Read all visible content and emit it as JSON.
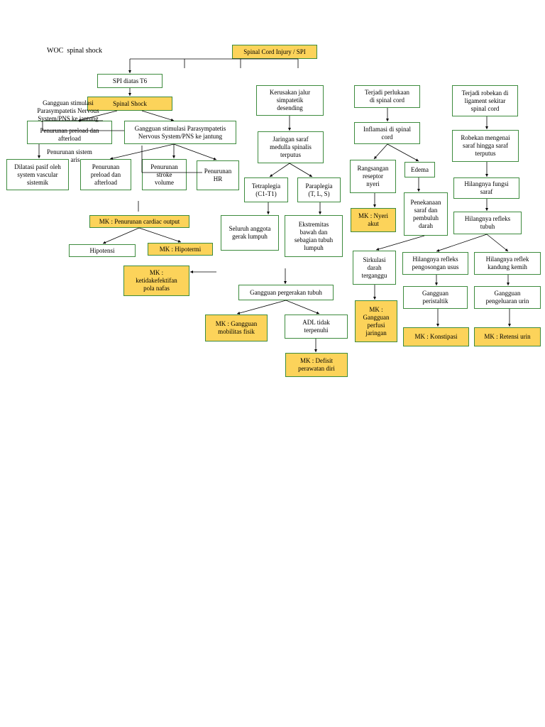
{
  "diagram": {
    "title": "WOC  spinal shock",
    "nodes": {
      "sci": "Spinal Cord Injury / SPI",
      "spi_t6": "SPI diatas T6",
      "spinal_shock": "Spinal Shock",
      "pns_overlay": "Gangguan stimulasi\nParasympatetis Nervous\nSystem/PNS ke jantung",
      "preload_left": "Penurunan preload dan\nafterload",
      "penurunan_sistem": "Penurunan sistem",
      "aris_fragment": "aris",
      "pns_box": "Gangguan stimulasi Parasympatetis\nNervous System/PNS ke jantung",
      "dilatasi": "Dilatasi pasif oleh\nsystem vascular\nsistemik",
      "preload_mid": "Penurunan\npreload dan\nafterload",
      "stroke_volume": "Penurunan\nstroke\nvolume",
      "hr": "Penurunan\nHR",
      "mk_cardiac": "MK : Penurunan cardiac output",
      "hipotensi": "Hipotensi",
      "mk_hipotermi": "MK : Hipotermi",
      "mk_pola_nafas": "MK :\nketidakefektifan\npola nafas",
      "kerusakan": "Kerusakan jalur\nsimpatetik\ndesending",
      "jaringan": "Jaringan saraf\nmedulla spinalis\nterputus",
      "tetraplegia": "Tetraplegia\n(C1-T1)",
      "paraplegia": "Paraplegia\n(T, L, S)",
      "seluruh": "Seluruh anggota\ngerak lumpuh",
      "ekstremitas": "Ekstremitas\nbawah dan\nsebagian tubuh\nlumpuh",
      "gangguan_gerak": "Gangguan pergerakan tubuh",
      "mk_mobilitas": "MK : Gangguan\nmobilitas fisik",
      "adl": "ADL tidak\nterpenuhi",
      "mk_defisit": "MK : Defisit\nperawatan diri",
      "perlukaan": "Terjadi perlukaan\ndi spinal cord",
      "inflamasi": "Inflamasi di spinal\ncord",
      "rangsangan": "Rangsangan\nreseptor\nnyeri",
      "edema": "Edema",
      "mk_nyeri": "MK : Nyeri\nakut",
      "penekanan": "Penekanaan\nsaraf dan\npembuluh\ndarah",
      "sirkulasi": "Sirkulasi\ndarah\nterganggu",
      "mk_perfusi": "MK :\nGangguan\nperfusi\njaringan",
      "robekan_ligament": "Terjadi robekan di\nligament sekitar\nspinal cord",
      "robekan_saraf": "Robekan mengenai\nsaraf hingga saraf\nterputus",
      "fungsi_saraf": "Hilangnya fungsi\nsaraf",
      "refleks_tubuh": "Hilangnya refleks\ntubuh",
      "refleks_usus": "Hilangnya refleks\npengosongan usus",
      "refleks_kemih": "Hilangnya reflek\nkandung kemih",
      "peristaltik": "Gangguan\nperistaltik",
      "urin": "Gangguan\npengeluaran urin",
      "mk_konstipasi": "MK : Konstipasi",
      "mk_retensi": "MK : Retensi urin"
    }
  },
  "colors": {
    "box_border": "#3d8b3d",
    "mk_fill": "#fcd35a",
    "line": "#000000",
    "background": "#ffffff"
  }
}
